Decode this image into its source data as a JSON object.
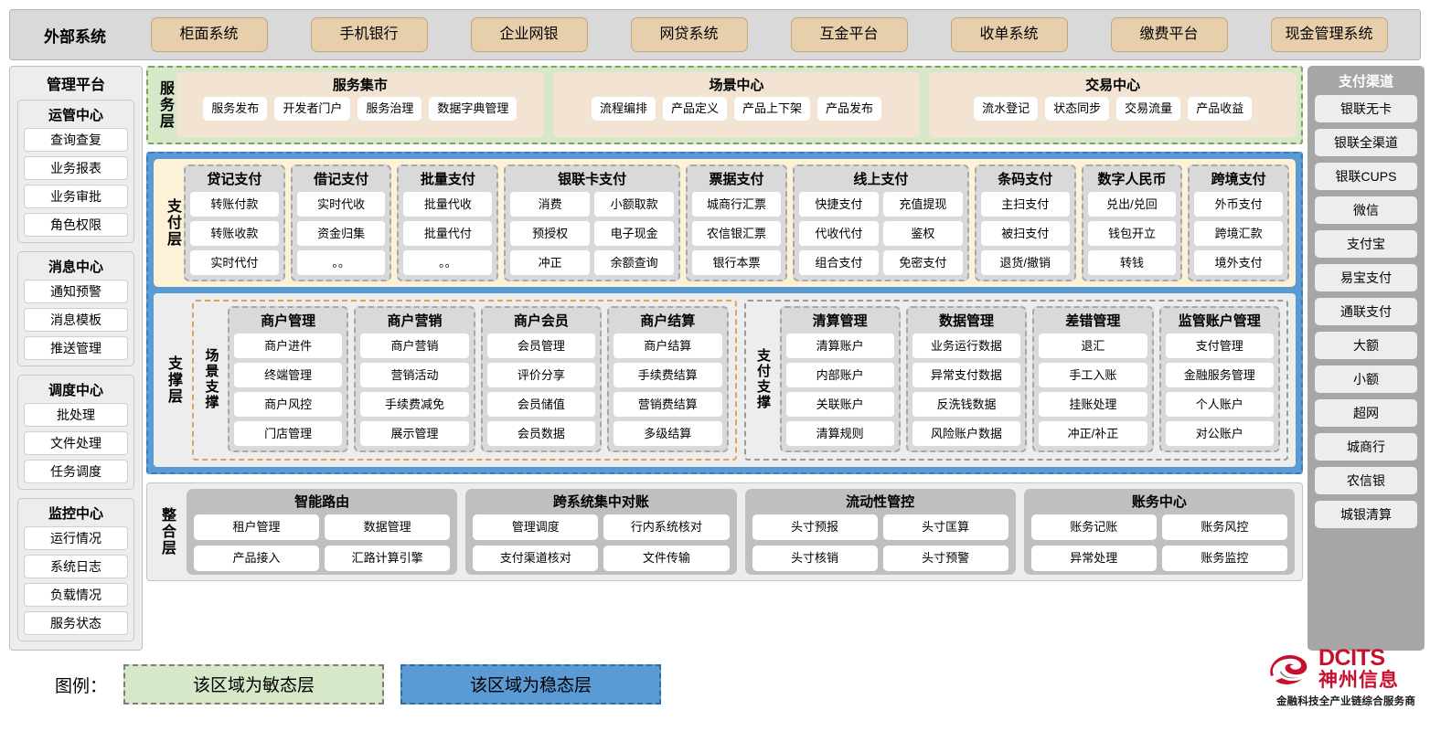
{
  "external": {
    "title": "外部系统",
    "items": [
      "柜面系统",
      "手机银行",
      "企业网银",
      "网贷系统",
      "互金平台",
      "收单系统",
      "缴费平台",
      "现金管理系统"
    ]
  },
  "management": {
    "title": "管理平台",
    "groups": [
      {
        "title": "运管中心",
        "items": [
          "查询查复",
          "业务报表",
          "业务审批",
          "角色权限"
        ]
      },
      {
        "title": "消息中心",
        "items": [
          "通知预警",
          "消息模板",
          "推送管理"
        ]
      },
      {
        "title": "调度中心",
        "items": [
          "批处理",
          "文件处理",
          "任务调度"
        ]
      },
      {
        "title": "监控中心",
        "items": [
          "运行情况",
          "系统日志",
          "负载情况",
          "服务状态"
        ]
      }
    ]
  },
  "channels": {
    "title": "支付渠道",
    "items": [
      "银联无卡",
      "银联全渠道",
      "银联CUPS",
      "微信",
      "支付宝",
      "易宝支付",
      "通联支付",
      "大额",
      "小额",
      "超网",
      "城商行",
      "农信银",
      "城银清算"
    ]
  },
  "service_layer": {
    "label": "服务层",
    "groups": [
      {
        "title": "服务集市",
        "items": [
          "服务发布",
          "开发者门户",
          "服务治理",
          "数据字典管理"
        ]
      },
      {
        "title": "场景中心",
        "items": [
          "流程编排",
          "产品定义",
          "产品上下架",
          "产品发布"
        ]
      },
      {
        "title": "交易中心",
        "items": [
          "流水登记",
          "状态同步",
          "交易流量",
          "产品收益"
        ]
      }
    ]
  },
  "payment_layer": {
    "label": "支付层",
    "groups": [
      {
        "title": "贷记支付",
        "cols": 1,
        "items": [
          "转账付款",
          "转账收款",
          "实时代付"
        ]
      },
      {
        "title": "借记支付",
        "cols": 1,
        "items": [
          "实时代收",
          "资金归集",
          "。。"
        ]
      },
      {
        "title": "批量支付",
        "cols": 1,
        "items": [
          "批量代收",
          "批量代付",
          "。。"
        ]
      },
      {
        "title": "银联卡支付",
        "cols": 2,
        "items": [
          "消费",
          "小额取款",
          "预授权",
          "电子现金",
          "冲正",
          "余额查询"
        ]
      },
      {
        "title": "票据支付",
        "cols": 1,
        "items": [
          "城商行汇票",
          "农信银汇票",
          "银行本票"
        ]
      },
      {
        "title": "线上支付",
        "cols": 2,
        "items": [
          "快捷支付",
          "充值提现",
          "代收代付",
          "鉴权",
          "组合支付",
          "免密支付"
        ]
      },
      {
        "title": "条码支付",
        "cols": 1,
        "items": [
          "主扫支付",
          "被扫支付",
          "退货/撤销"
        ]
      },
      {
        "title": "数字人民币",
        "cols": 1,
        "items": [
          "兑出/兑回",
          "钱包开立",
          "转钱"
        ]
      },
      {
        "title": "跨境支付",
        "cols": 1,
        "items": [
          "外币支付",
          "跨境汇款",
          "境外支付"
        ]
      }
    ]
  },
  "support_layer": {
    "label": "支撑层",
    "left": {
      "label": "场景支撑",
      "groups": [
        {
          "title": "商户管理",
          "items": [
            "商户进件",
            "终端管理",
            "商户风控",
            "门店管理"
          ]
        },
        {
          "title": "商户营销",
          "items": [
            "商户营销",
            "营销活动",
            "手续费减免",
            "展示管理"
          ]
        },
        {
          "title": "商户会员",
          "items": [
            "会员管理",
            "评价分享",
            "会员储值",
            "会员数据"
          ]
        },
        {
          "title": "商户结算",
          "items": [
            "商户结算",
            "手续费结算",
            "营销费结算",
            "多级结算"
          ]
        }
      ]
    },
    "right": {
      "label": "支付支撑",
      "groups": [
        {
          "title": "清算管理",
          "items": [
            "清算账户",
            "内部账户",
            "关联账户",
            "清算规则"
          ]
        },
        {
          "title": "数据管理",
          "items": [
            "业务运行数据",
            "异常支付数据",
            "反洗钱数据",
            "风险账户数据"
          ]
        },
        {
          "title": "差错管理",
          "items": [
            "退汇",
            "手工入账",
            "挂账处理",
            "冲正/补正"
          ]
        },
        {
          "title": "监管账户管理",
          "items": [
            "支付管理",
            "金融服务管理",
            "个人账户",
            "对公账户"
          ]
        }
      ]
    }
  },
  "integration_layer": {
    "label": "整合层",
    "groups": [
      {
        "title": "智能路由",
        "items": [
          "租户管理",
          "数据管理",
          "产品接入",
          "汇路计算引擎"
        ]
      },
      {
        "title": "跨系统集中对账",
        "items": [
          "管理调度",
          "行内系统核对",
          "支付渠道核对",
          "文件传输"
        ]
      },
      {
        "title": "流动性管控",
        "items": [
          "头寸预报",
          "头寸匡算",
          "头寸核销",
          "头寸预警"
        ]
      },
      {
        "title": "账务中心",
        "items": [
          "账务记账",
          "账务风控",
          "异常处理",
          "账务监控"
        ]
      }
    ]
  },
  "legend": {
    "label": "图例：",
    "agile": "该区域为敏态层",
    "stable": "该区域为稳态层",
    "agile_color": "#d6e8c8",
    "stable_color": "#5b9bd5"
  },
  "logo": {
    "en": "DCITS",
    "cn": "神州信息",
    "tagline": "金融科技全产业链综合服务商",
    "color": "#c8102e"
  }
}
